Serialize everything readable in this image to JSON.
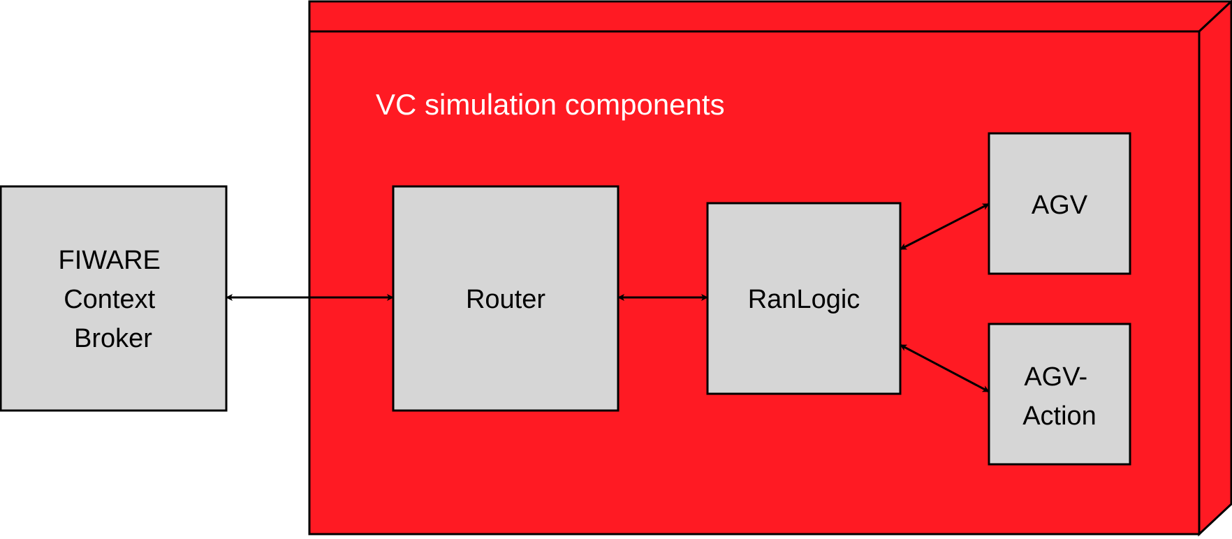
{
  "container": {
    "title": "VC simulation components",
    "fill": "#ff1a23",
    "title_color": "#ffffff"
  },
  "node_fill": "#d6d6d6",
  "stroke_color": "#000000",
  "nodes": {
    "fiware": {
      "lines": [
        "FIWARE",
        "Context",
        "Broker"
      ]
    },
    "router": {
      "lines": [
        "Router"
      ]
    },
    "ranlogic": {
      "lines": [
        "RanLogic"
      ]
    },
    "agv": {
      "lines": [
        "AGV"
      ]
    },
    "agv_action": {
      "lines": [
        "AGV-",
        "Action"
      ]
    }
  },
  "edges": [
    {
      "from": "fiware",
      "to": "router",
      "direction": "both"
    },
    {
      "from": "router",
      "to": "ranlogic",
      "direction": "both"
    },
    {
      "from": "ranlogic",
      "to": "agv",
      "direction": "both"
    },
    {
      "from": "ranlogic",
      "to": "agv_action",
      "direction": "both"
    }
  ]
}
